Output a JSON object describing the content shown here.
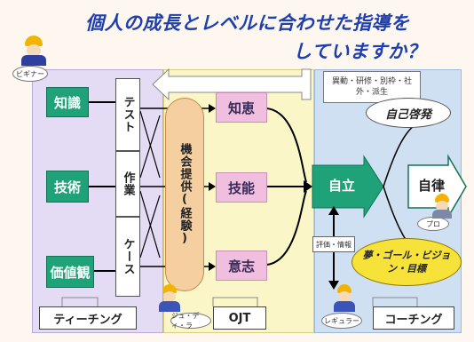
{
  "title": {
    "line1": "個人の成長とレベルに合わせた指導を",
    "line2": "していますか？"
  },
  "left": {
    "box1": "知識",
    "box2": "技術",
    "box3": "価値観",
    "col_test": "テスト",
    "col_work": "作業",
    "col_case": "ケース",
    "footer": "ティーチング",
    "beginner": "ビギナー"
  },
  "middle": {
    "opportunity": "機会提供(経験)",
    "box1": "知恵",
    "box2": "技能",
    "box3": "意志",
    "footer": "OJT",
    "junior": "ジュ・ディ・ラ"
  },
  "right": {
    "note": "異動・研修・別枠・社外・派生",
    "self_dev": "自己啓発",
    "independence": "自立",
    "autonomy": "自律",
    "feedback": "評価・情報",
    "dream": "夢・ゴール・ビジョン・目標",
    "footer": "コーチング",
    "pro": "プロ",
    "regular": "レギュラー"
  },
  "colors": {
    "teaching": "#e4dcf4",
    "ojt": "#faf6c8",
    "coaching": "#cfe0f3",
    "green": "#1fa277",
    "pink": "#f0bede",
    "title": "#1f3fae"
  }
}
